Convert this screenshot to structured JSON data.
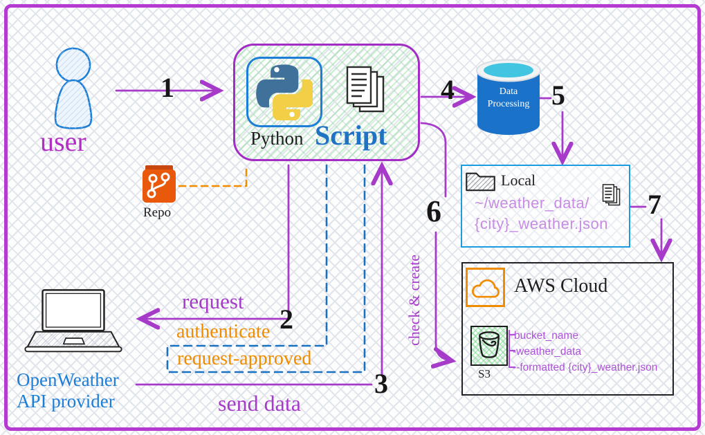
{
  "nodes": {
    "user": {
      "label": "user"
    },
    "python_script": {
      "python_label": "Python",
      "script_label": "Script"
    },
    "repo": {
      "label": "Repo"
    },
    "data_processing": {
      "line1": "Data",
      "line2": "Processing"
    },
    "local_storage": {
      "title": "Local",
      "path_line1": "~/weather_data/",
      "path_line2": "{city}_weather.json"
    },
    "aws_cloud": {
      "title": "AWS Cloud",
      "s3_label": "S3",
      "bucket_tree": [
        "bucket_name",
        "-weather_data",
        "--formatted {city}_weather.json"
      ]
    },
    "openweather": {
      "line1": "OpenWeather",
      "line2": "API provider"
    }
  },
  "edges": {
    "step1": {
      "number": "1"
    },
    "step2": {
      "number": "2",
      "label": "request"
    },
    "step3": {
      "number": "3",
      "label": "send data"
    },
    "step4": {
      "number": "4"
    },
    "step5": {
      "number": "5"
    },
    "step6": {
      "number": "6",
      "label": "check & create"
    },
    "step7": {
      "number": "7"
    },
    "authenticate": {
      "label": "authenticate"
    },
    "request_approved": {
      "label": "request-approved"
    }
  },
  "colors": {
    "frame": "#b43ad2",
    "arrow_purple": "#a63bc9",
    "dashed_blue": "#1971c2",
    "orange": "#f08c00",
    "blue_text": "#1c7ed6",
    "purple_path_text": "#a84fd6",
    "cylinder_body": "#1a72c9",
    "cylinder_top": "#41c5e0",
    "local_border": "#1b9be0",
    "repo_orange": "#e8590c",
    "python_blue": "#40719b",
    "python_yellow": "#f2cf47",
    "hatch_green": "#69db7c"
  }
}
